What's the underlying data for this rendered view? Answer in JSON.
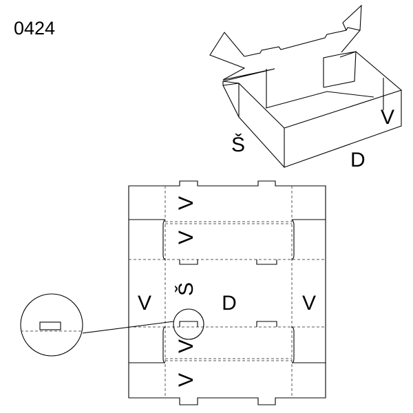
{
  "code": "0424",
  "box_3d": {
    "width_label": "Š",
    "length_label": "D",
    "height_label": "V"
  },
  "blank": {
    "height_labels": [
      "V",
      "V",
      "V",
      "V",
      "V",
      "V"
    ],
    "width_label": "Š",
    "length_label": "D"
  },
  "colors": {
    "line": "#000000",
    "crease": "#555555"
  }
}
